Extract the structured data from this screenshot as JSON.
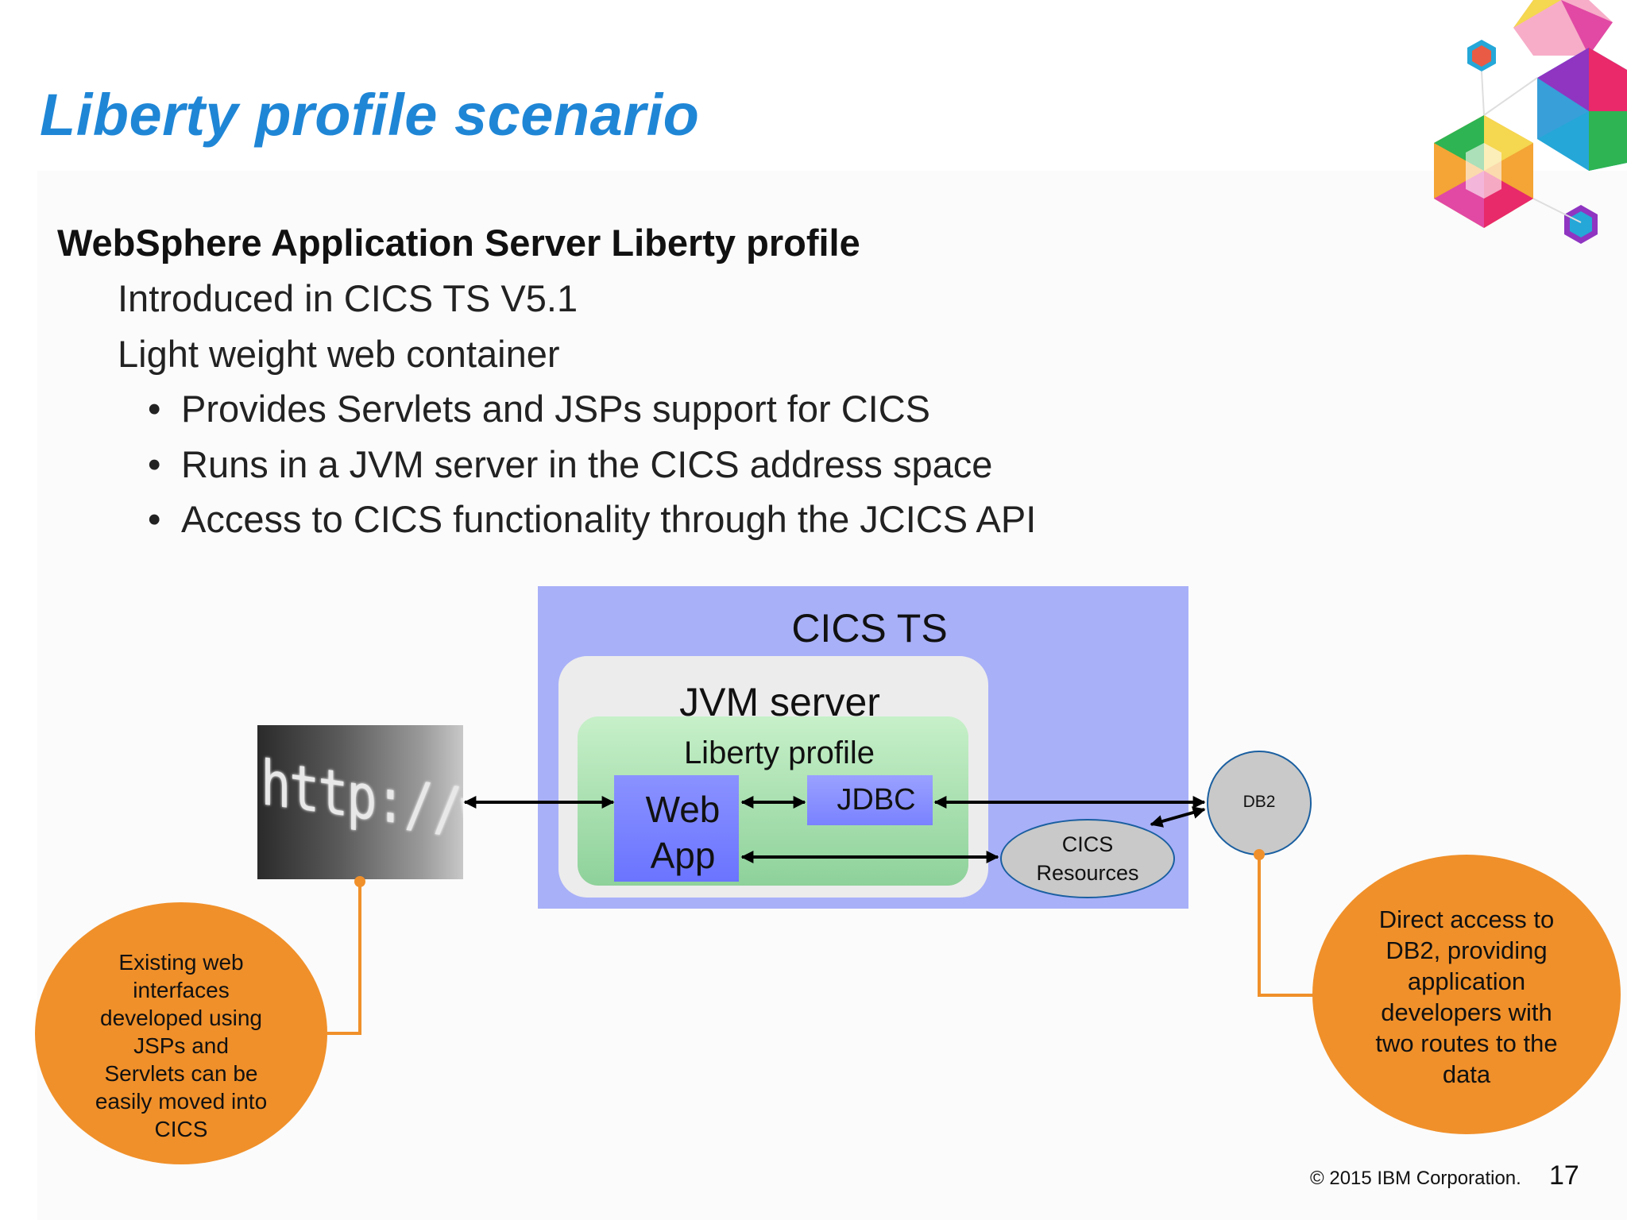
{
  "slide": {
    "title": "Liberty profile scenario",
    "heading": "WebSphere Application Server Liberty profile",
    "lines": [
      "Introduced in CICS TS V5.1",
      "Light weight web container"
    ],
    "bullets": [
      "Provides Servlets and JSPs support for CICS",
      "Runs in a JVM server in the CICS address space",
      "Access to CICS functionality through the JCICS API"
    ],
    "bullet_glyph": "•"
  },
  "diagram": {
    "cics_ts": "CICS TS",
    "jvm_server": "JVM server",
    "liberty_profile": "Liberty profile",
    "web_app_line1": "Web",
    "web_app_line2": "App",
    "jdbc": "JDBC",
    "db2": "DB2",
    "cics_resources_line1": "CICS",
    "cics_resources_line2": "Resources",
    "http_image_text": "http://www",
    "callout_left": {
      "lines": [
        "Existing web",
        "interfaces",
        "developed using",
        "JSPs and",
        "Servlets can be",
        "easily moved into",
        "CICS"
      ]
    },
    "callout_right": {
      "lines": [
        "Direct access to",
        "DB2, providing",
        "application",
        "developers with",
        "two routes to the",
        "data"
      ]
    },
    "colors": {
      "title": "#1f86d6",
      "cics_box": "#a8b0f8",
      "liberty_box": "#8ed19a",
      "callout": "#f0902a",
      "db_outline": "#1a5fa0"
    }
  },
  "footer": {
    "copyright": "© 2015 IBM Corporation.",
    "page": "17"
  },
  "decor": {
    "logo_icon": "hexagon-pattern-icon"
  }
}
